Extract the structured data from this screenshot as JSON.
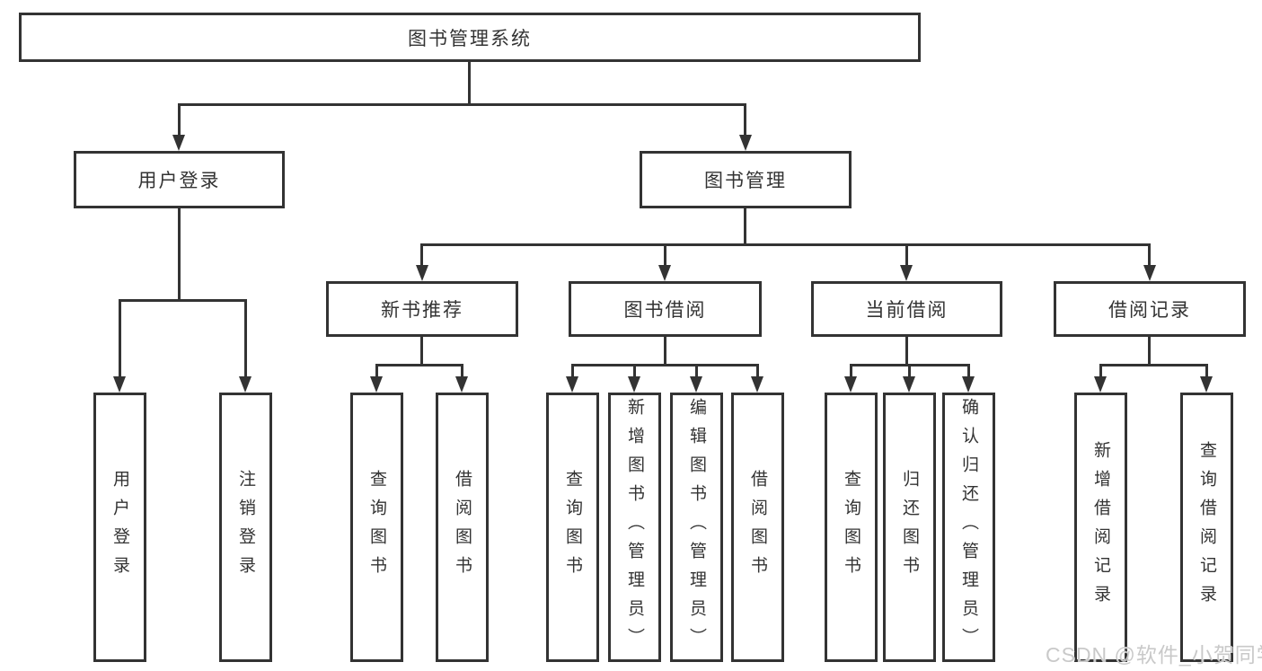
{
  "nodes": {
    "root": "图书管理系统",
    "user_login": "用户登录",
    "book_management": "图书管理",
    "new_book_recommend": "新书推荐",
    "book_borrowing": "图书借阅",
    "current_borrowing": "当前借阅",
    "borrowing_records": "借阅记录",
    "leaf_user_login": "用户登录",
    "leaf_logout": "注销登录",
    "leaf_query_books_a": "查询图书",
    "leaf_borrow_books_a": "借阅图书",
    "leaf_query_books_b": "查询图书",
    "leaf_add_book_admin": "新增图书（管理员）",
    "leaf_edit_book_admin": "编辑图书（管理员）",
    "leaf_borrow_books_b": "借阅图书",
    "leaf_query_books_c": "查询图书",
    "leaf_return_book": "归还图书",
    "leaf_confirm_return_admin": "确认归还（管理员）",
    "leaf_add_borrow_record": "新增借阅记录",
    "leaf_query_borrow_record": "查询借阅记录"
  },
  "watermark": {
    "text": "CSDN @软件_小贺同学"
  },
  "colors": {
    "line": "#333333",
    "text": "#333333",
    "watermark": "#c9c9c9",
    "background": "#ffffff"
  }
}
